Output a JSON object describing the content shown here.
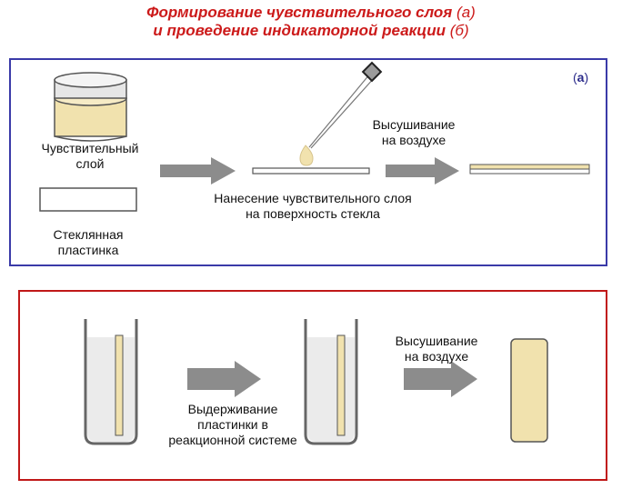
{
  "title": {
    "line1_main": "Формирование чувствительного слоя",
    "line1_paren": "(а)",
    "line2_main": "и проведение индикаторной реакции",
    "line2_paren": "(б)"
  },
  "panel_a": {
    "tag_open": "(",
    "tag_letter": "а",
    "tag_close": ")",
    "sensitive_layer_label_1": "Чувствительный",
    "sensitive_layer_label_2": "слой",
    "glass_plate_label_1": "Стеклянная",
    "glass_plate_label_2": "пластинка",
    "application_label_1": "Нанесение чувствительного слоя",
    "application_label_2": "на поверхность стекла",
    "drying_label_1": "Высушивание",
    "drying_label_2": "на воздухе"
  },
  "panel_b": {
    "holding_label_1": "Выдерживание",
    "holding_label_2": "пластинки в",
    "holding_label_3": "реакционной системе",
    "drying_label_1": "Высушивание",
    "drying_label_2": "на воздухе"
  },
  "colors": {
    "title": "#cc1a1a",
    "panel_a_border": "#3a3aa8",
    "panel_b_border": "#c01818",
    "arrow": "#8c8c8c",
    "layer": "#f1e2ae",
    "plate_outline": "#555555"
  },
  "icons": [
    "jar-icon",
    "glass-plate-icon",
    "pipette-icon",
    "drop-icon",
    "arrow-right-icon",
    "test-tube-icon",
    "dried-plate-icon"
  ]
}
